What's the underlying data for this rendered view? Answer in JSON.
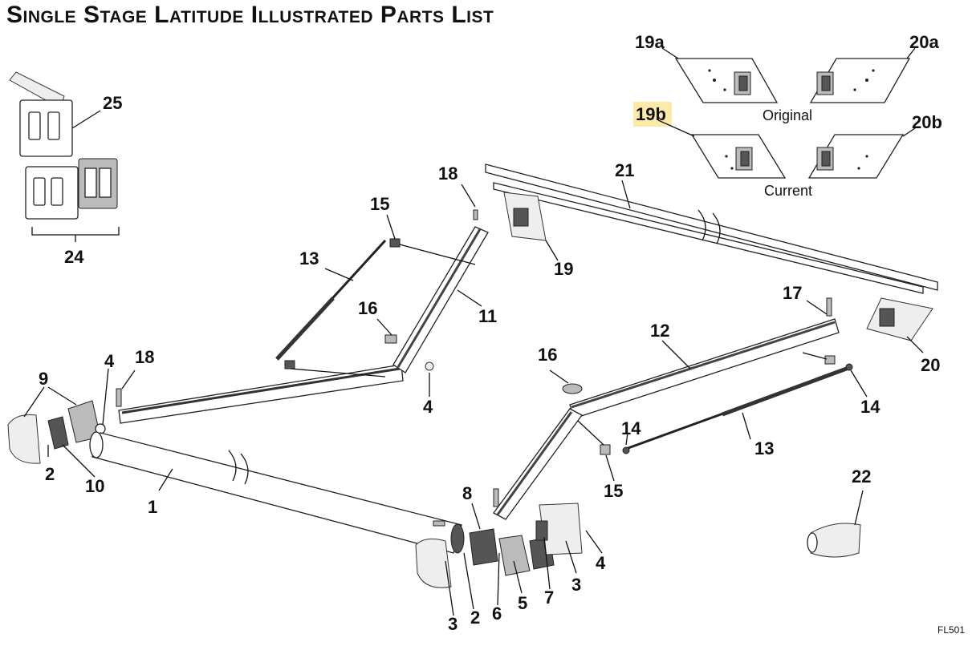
{
  "title": "Single Stage Latitude Illustrated Parts List",
  "captions": {
    "original": "Original",
    "current": "Current"
  },
  "footer_code": "FL501",
  "highlight_color": "#fde9a8",
  "callouts": {
    "c1": "1",
    "c2a": "2",
    "c2b": "2",
    "c3a": "3",
    "c3b": "3",
    "c4a": "4",
    "c4b": "4",
    "c4c": "4",
    "c5": "5",
    "c6": "6",
    "c7": "7",
    "c8": "8",
    "c9": "9",
    "c10": "10",
    "c11": "11",
    "c12": "12",
    "c13a": "13",
    "c13b": "13",
    "c14a": "14",
    "c14b": "14",
    "c15a": "15",
    "c15b": "15",
    "c16a": "16",
    "c16b": "16",
    "c17": "17",
    "c18a": "18",
    "c18b": "18",
    "c19": "19",
    "c19a": "19a",
    "c19b": "19b",
    "c20": "20",
    "c20a": "20a",
    "c20b": "20b",
    "c21": "21",
    "c22": "22",
    "c24": "24",
    "c25": "25"
  }
}
